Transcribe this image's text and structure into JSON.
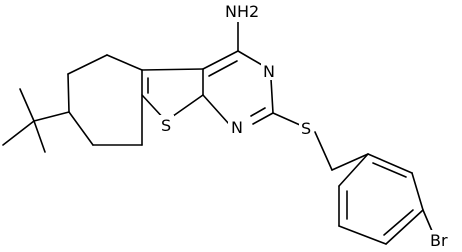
{
  "molecule": {
    "atom_labels": {
      "amine": "NH2",
      "n3": "N",
      "n1": "N",
      "s_ring": "S",
      "s_thioether": "S",
      "br": "Br"
    }
  }
}
